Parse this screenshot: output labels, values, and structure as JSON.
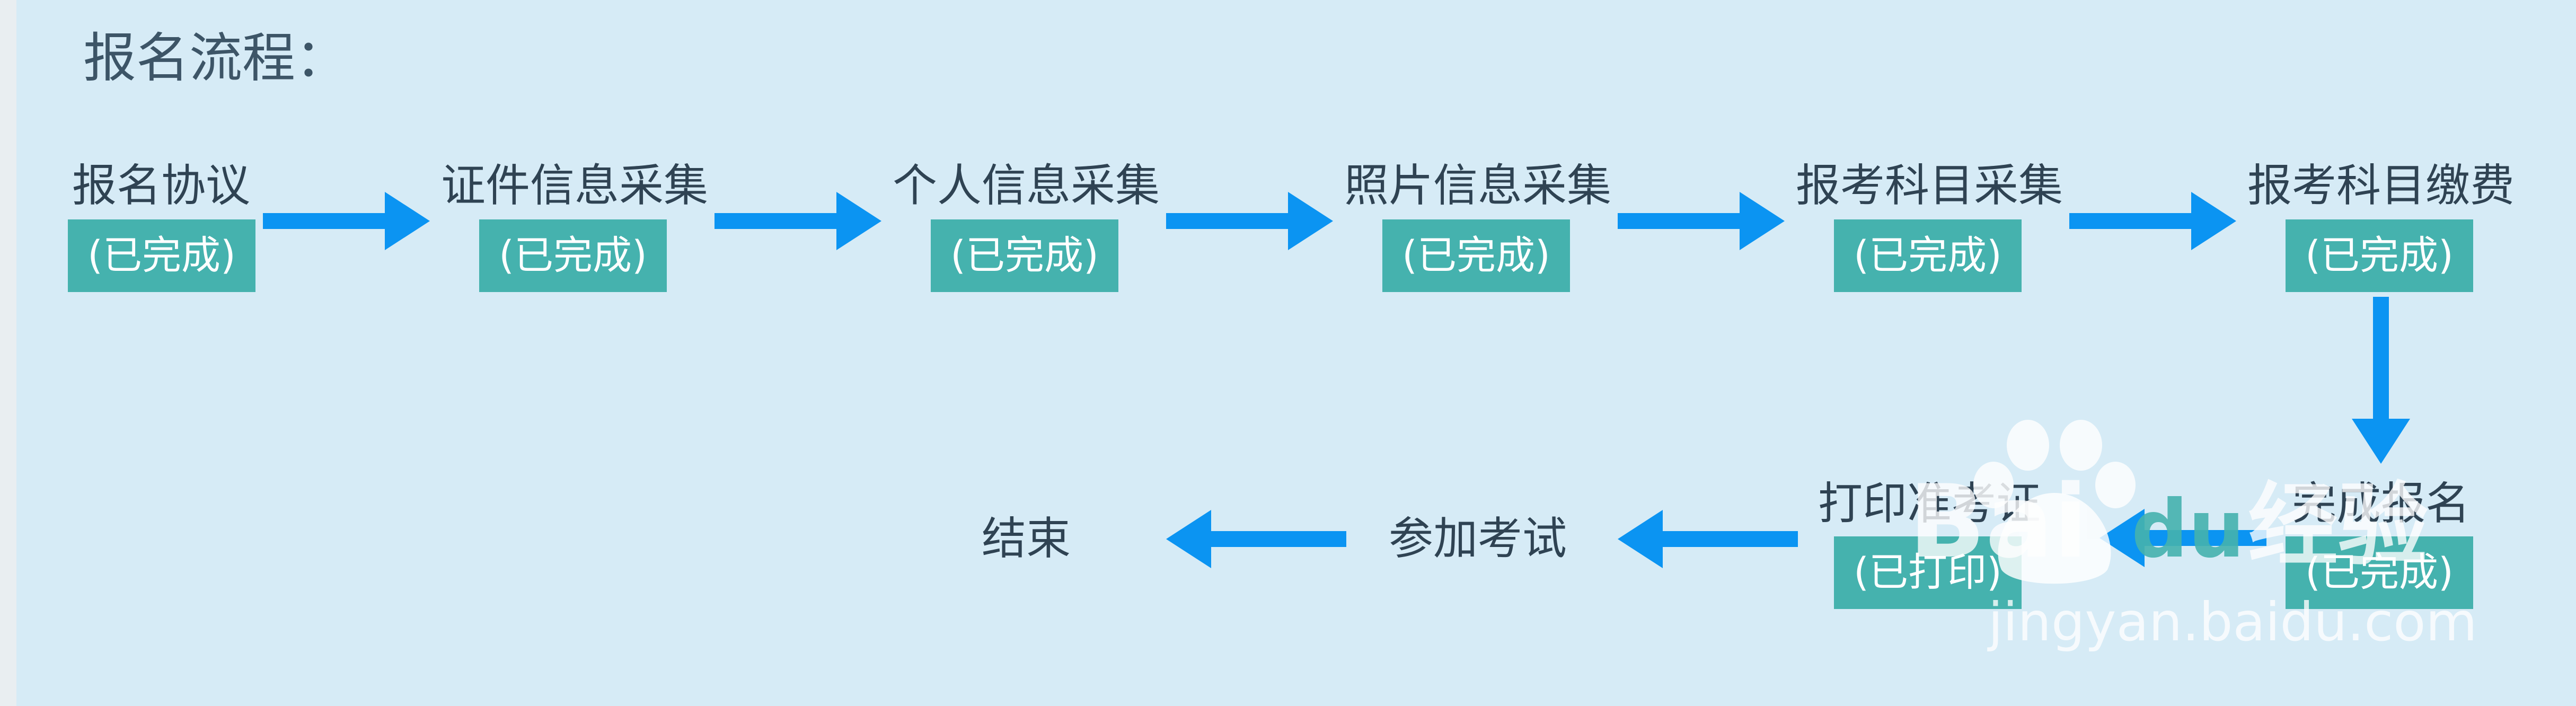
{
  "title": "报名流程：",
  "status_done": "(已完成)",
  "status_printed": "(已打印)",
  "steps": [
    {
      "label": "报名协议",
      "status": "(已完成)"
    },
    {
      "label": "证件信息采集",
      "status": "(已完成)"
    },
    {
      "label": "个人信息采集",
      "status": "(已完成)"
    },
    {
      "label": "照片信息采集",
      "status": "(已完成)"
    },
    {
      "label": "报考科目采集",
      "status": "(已完成)"
    },
    {
      "label": "报考科目缴费",
      "status": "(已完成)"
    },
    {
      "label": "完成报名",
      "status": "(已完成)"
    },
    {
      "label": "打印准考证",
      "status": "(已打印)"
    },
    {
      "label": "参加考试",
      "status": ""
    },
    {
      "label": "结束",
      "status": ""
    }
  ],
  "colors": {
    "background": "#d6ebf6",
    "badge": "#45b2ae",
    "arrow": "#0b94f2",
    "text": "#2f4353"
  },
  "watermark": {
    "logo_text": "Bai du 经验",
    "url": "jingyan.baidu.com"
  }
}
